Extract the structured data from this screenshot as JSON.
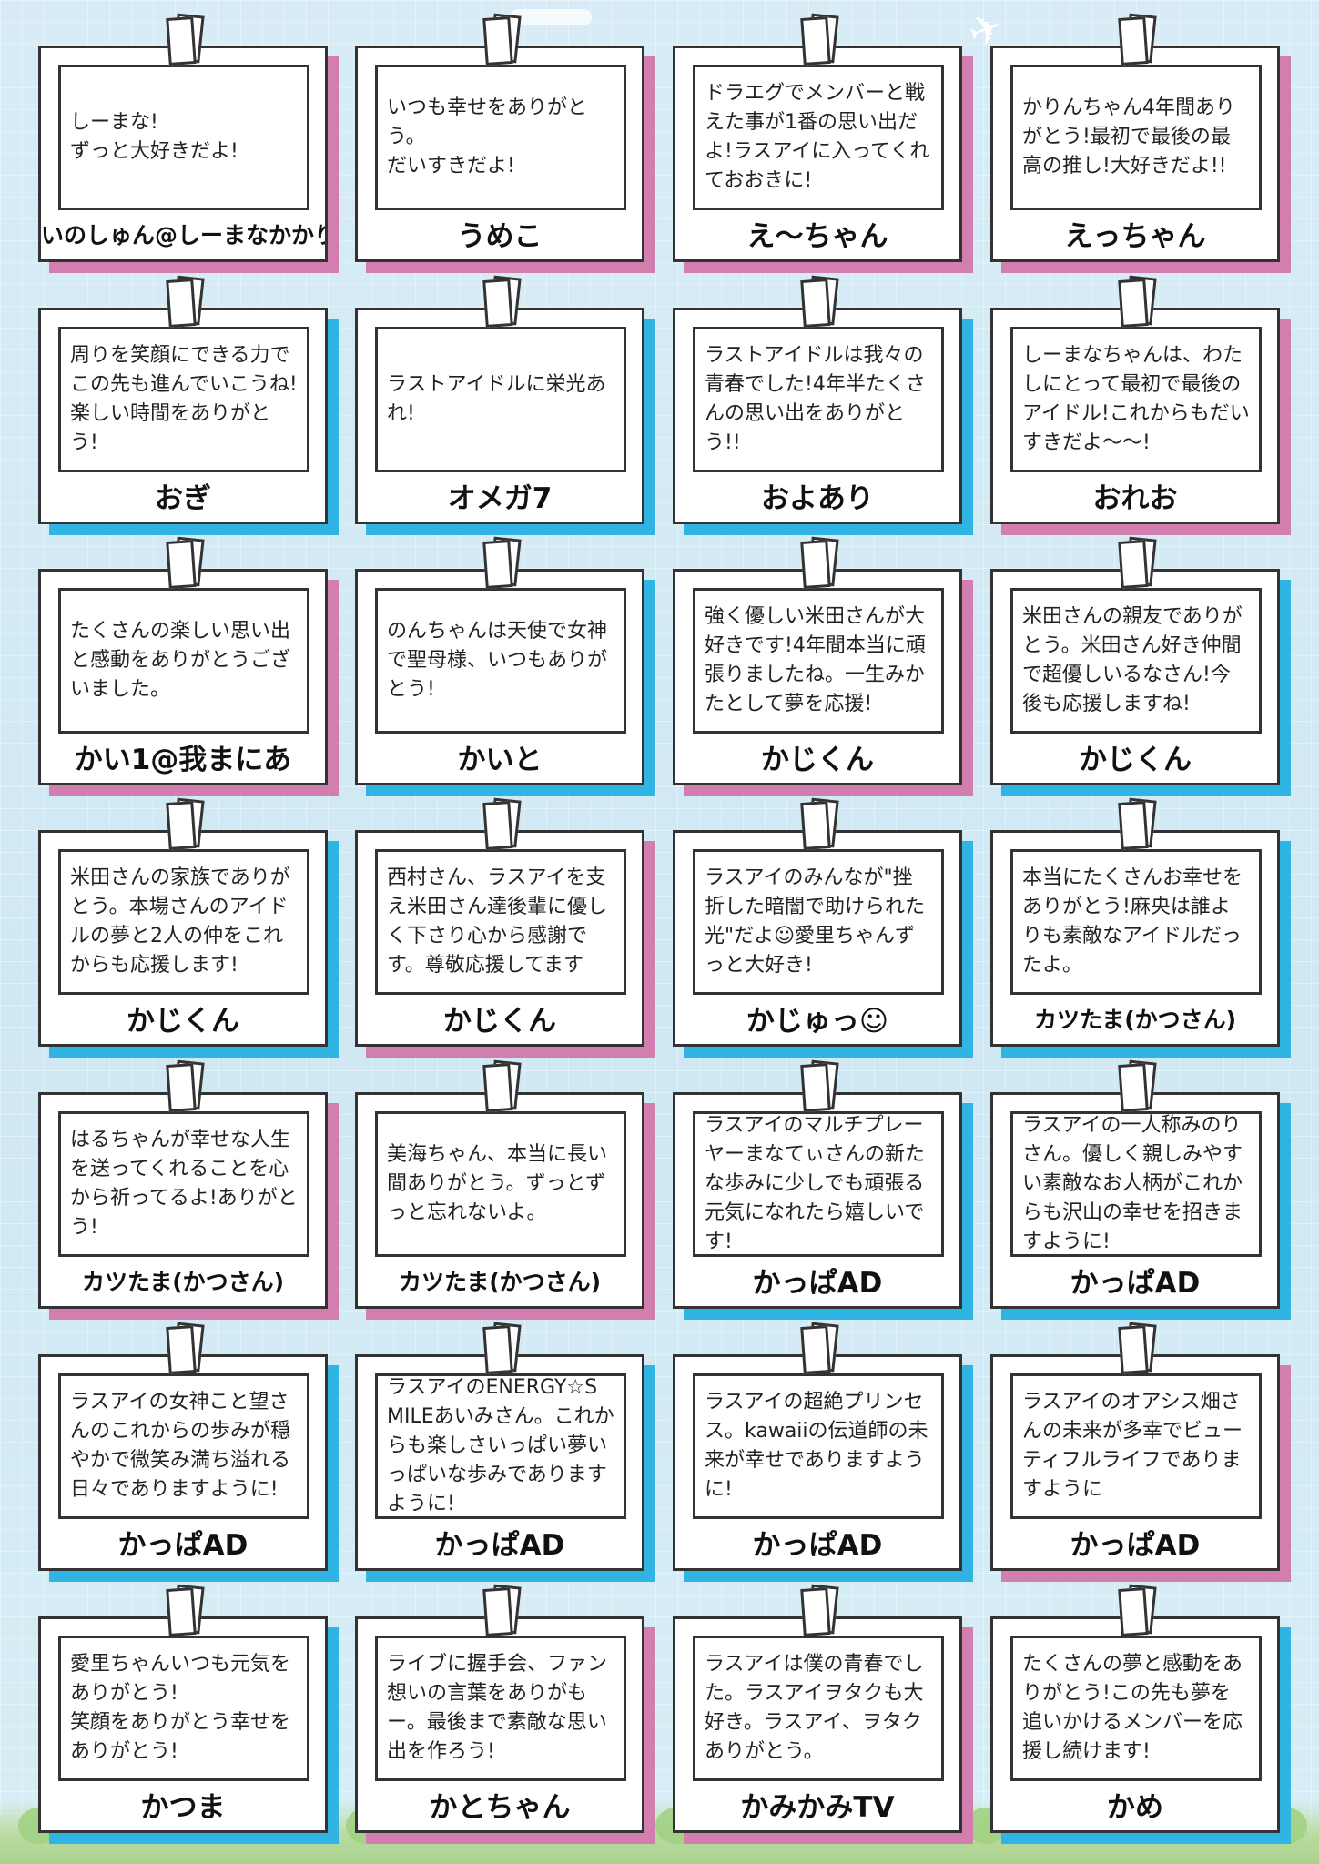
{
  "cards": [
    {
      "message": "しーまな!\nずっと大好きだよ!",
      "name": "いのしゅん@しーまなかかりつけ薬剤師",
      "accent": "#d27fb0",
      "small_name": true
    },
    {
      "message": "いつも幸せをありがとう。\nだいすきだよ!",
      "name": "うめこ",
      "accent": "#d27fb0"
    },
    {
      "message": "ドラエグでメンバーと戦えた事が1番の思い出だよ!ラスアイに入ってくれておおきに!",
      "name": "え〜ちゃん",
      "accent": "#d27fb0"
    },
    {
      "message": "かりんちゃん4年間ありがとう!最初で最後の最高の推し!大好きだよ!!",
      "name": "えっちゃん",
      "accent": "#d27fb0"
    },
    {
      "message": "周りを笑顔にできる力でこの先も進んでいこうね!楽しい時間をありがとう!",
      "name": "おぎ",
      "accent": "#2fb4e4"
    },
    {
      "message": "ラストアイドルに栄光あれ!",
      "name": "オメガ7",
      "accent": "#2fb4e4"
    },
    {
      "message": "ラストアイドルは我々の青春でした!4年半たくさんの思い出をありがとう!!",
      "name": "およあり",
      "accent": "#2fb4e4"
    },
    {
      "message": "しーまなちゃんは、わたしにとって最初で最後のアイドル!これからもだいすきだよ〜〜!",
      "name": "おれお",
      "accent": "#d27fb0"
    },
    {
      "message": "たくさんの楽しい思い出と感動をありがとうございました。",
      "name": "かい1@我まにあ",
      "accent": "#d27fb0"
    },
    {
      "message": "のんちゃんは天使で女神で聖母様、いつもありがとう!",
      "name": "かいと",
      "accent": "#2fb4e4"
    },
    {
      "message": "強く優しい米田さんが大好きです!4年間本当に頑張りましたね。一生みかたとして夢を応援!",
      "name": "かじくん",
      "accent": "#d27fb0"
    },
    {
      "message": "米田さんの親友でありがとう。米田さん好き仲間で超優しいるなさん!今後も応援しますね!",
      "name": "かじくん",
      "accent": "#2fb4e4"
    },
    {
      "message": "米田さんの家族でありがとう。本場さんのアイドルの夢と2人の仲をこれからも応援します!",
      "name": "かじくん",
      "accent": "#2fb4e4"
    },
    {
      "message": "西村さん、ラスアイを支え米田さん達後輩に優しく下さり心から感謝です。尊敬応援してます",
      "name": "かじくん",
      "accent": "#d27fb0"
    },
    {
      "message": "ラスアイのみんなが\"挫折した暗闇で助けられた光\"だよ☺愛里ちゃんずっと大好き!",
      "name": "かじゅっ☺",
      "accent": "#2fb4e4"
    },
    {
      "message": "本当にたくさんお幸せをありがとう!麻央は誰よりも素敵なアイドルだったよ。",
      "name": "カツたま(かつさん)",
      "accent": "#2fb4e4",
      "small_name": true
    },
    {
      "message": "はるちゃんが幸せな人生を送ってくれることを心から祈ってるよ!ありがとう!",
      "name": "カツたま(かつさん)",
      "accent": "#d27fb0",
      "small_name": true
    },
    {
      "message": "美海ちゃん、本当に長い間ありがとう。ずっとずっと忘れないよ。",
      "name": "カツたま(かつさん)",
      "accent": "#d27fb0",
      "small_name": true
    },
    {
      "message": "ラスアイのマルチプレーヤーまなてぃさんの新たな歩みに少しでも頑張る元気になれたら嬉しいです!",
      "name": "かっぱAD",
      "accent": "#2fb4e4"
    },
    {
      "message": "ラスアイの一人称みのりさん。優しく親しみやすい素敵なお人柄がこれからも沢山の幸せを招きますように!",
      "name": "かっぱAD",
      "accent": "#2fb4e4"
    },
    {
      "message": "ラスアイの女神こと望さんのこれからの歩みが穏やかで微笑み満ち溢れる日々でありますように!",
      "name": "かっぱAD",
      "accent": "#2fb4e4"
    },
    {
      "message": "ラスアイのENERGY☆SMILEあいみさん。これからも楽しさいっぱい夢いっぱいな歩みでありますように!",
      "name": "かっぱAD",
      "accent": "#2fb4e4"
    },
    {
      "message": "ラスアイの超絶プリンセス。kawaiiの伝道師の未来が幸せでありますように!",
      "name": "かっぱAD",
      "accent": "#2fb4e4"
    },
    {
      "message": "ラスアイのオアシス畑さんの未来が多幸でビューティフルライフでありますように",
      "name": "かっぱAD",
      "accent": "#d27fb0"
    },
    {
      "message": "愛里ちゃんいつも元気をありがとう!\n笑顔をありがとう幸せをありがとう!",
      "name": "かつま",
      "accent": "#2fb4e4"
    },
    {
      "message": "ライブに握手会、ファン想いの言葉をありがもー。最後まで素敵な思い出を作ろう!",
      "name": "かとちゃん",
      "accent": "#d27fb0"
    },
    {
      "message": "ラスアイは僕の青春でした。ラスアイヲタクも大好き。ラスアイ、ヲタクありがとう。",
      "name": "かみかみTV",
      "accent": "#d27fb0"
    },
    {
      "message": "たくさんの夢と感動をありがとう!この先も夢を追いかけるメンバーを応援し続けます!",
      "name": "かめ",
      "accent": "#2fb4e4"
    }
  ]
}
